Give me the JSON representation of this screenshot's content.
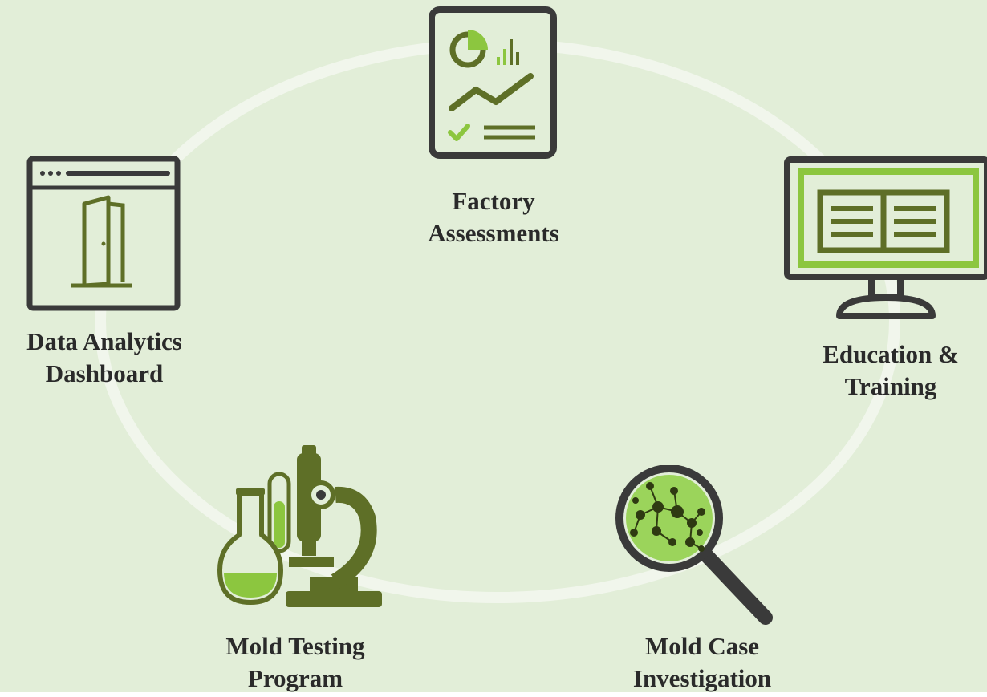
{
  "diagram": {
    "background_color": "#e2eed8",
    "ring_color": "#f1f6ec",
    "nodes": [
      {
        "id": "factory-assessments",
        "icon": "report-chart-icon",
        "label_line1": "Factory",
        "label_line2": "Assessments"
      },
      {
        "id": "education-training",
        "icon": "monitor-book-icon",
        "label_line1": "Education &",
        "label_line2": "Training"
      },
      {
        "id": "mold-case-investigation",
        "icon": "magnifying-glass-icon",
        "label_line1": "Mold Case",
        "label_line2": "Investigation"
      },
      {
        "id": "mold-testing-program",
        "icon": "lab-microscope-icon",
        "label_line1": "Mold Testing",
        "label_line2": "Program"
      },
      {
        "id": "data-analytics-dashboard",
        "icon": "browser-door-icon",
        "label_line1": "Data Analytics",
        "label_line2": "Dashboard"
      }
    ],
    "colors": {
      "icon_dark": "#3a3a3a",
      "olive": "#5e6f27",
      "bright_green": "#8cc63f",
      "label_text": "#2a2a2a"
    }
  }
}
